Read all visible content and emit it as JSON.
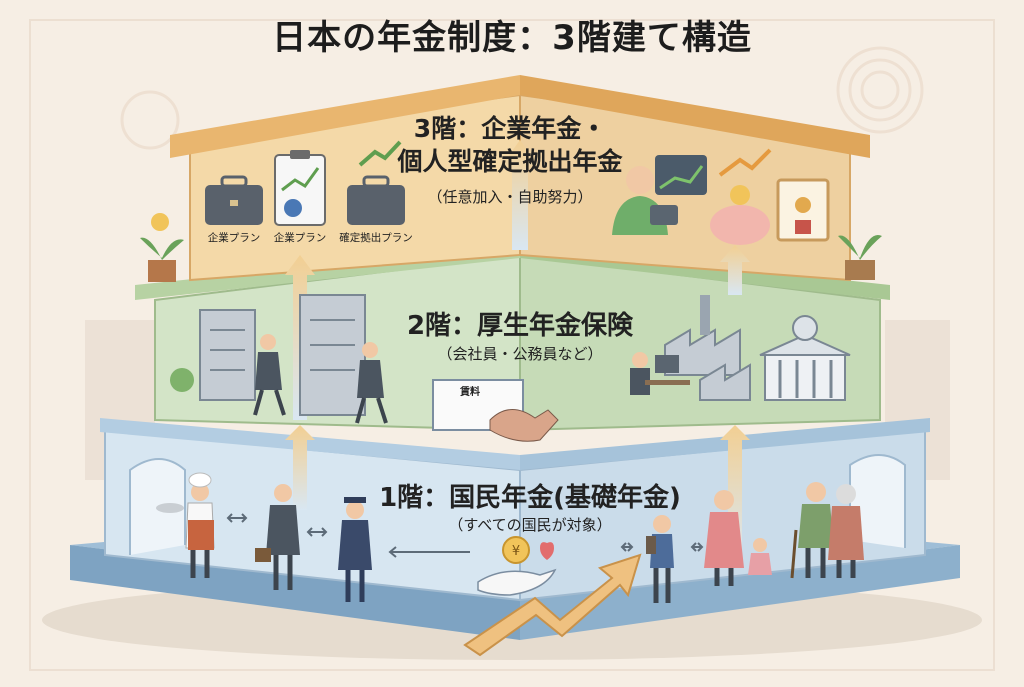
{
  "title": "日本の年金制度：3階建て構造",
  "floor3": {
    "title_line1": "3階：企業年金・",
    "title_line2": "個人型確定拠出年金",
    "subtitle": "（任意加入・自助努力）",
    "icon_labels": [
      "企業プラン",
      "企業プラン",
      "確定拠出プラン"
    ]
  },
  "floor2": {
    "title": "2階：厚生年金保険",
    "subtitle": "（会社員・公務員など）",
    "slip_label": "賃料"
  },
  "floor1": {
    "title": "1階：国民年金(基礎年金)",
    "subtitle": "（すべての国民が対象）"
  },
  "colors": {
    "floor3_wall": "#f4d9a8",
    "floor3_roof": "#e9b66f",
    "floor2_wall": "#d3e4c7",
    "floor2_slab": "#b7d2a3",
    "floor1_wall": "#d7e6f1",
    "floor1_slab": "#b3cde2",
    "background": "#f6eee4",
    "arrow": "#e3b56f"
  }
}
